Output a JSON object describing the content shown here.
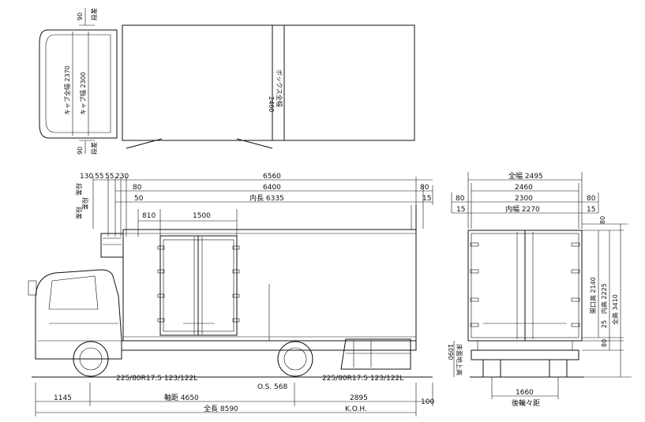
{
  "top_view": {
    "label_gap_top": "90",
    "label_gap_top_jp": "段差",
    "label_gap_bottom": "90",
    "label_gap_bottom_jp": "段差",
    "cab_full_width": "キャブ全幅 2370",
    "cab_width": "キャブ幅 2300",
    "box_full_width_value": "2460",
    "box_full_width_label": "ボックス全幅"
  },
  "side_view": {
    "top_row": [
      "130",
      "55",
      "55",
      "230"
    ],
    "overall_box": "6560",
    "row2_left": "80",
    "row2_main": "6400",
    "row2_right": "80",
    "row3_left": "50",
    "row3_main": "内長 6335",
    "row3_right": "15",
    "door_offset": "810",
    "door_width": "1500",
    "side_labels_jp": [
      "段差",
      "段差",
      "段差"
    ],
    "tire_front": "225/80R17.5 123/122L",
    "tire_rear": "225/80R17.5 123/122L",
    "os_label": "O.S. 568",
    "front_overhang": "1145",
    "wheelbase": "軸距 4650",
    "rear_overhang": "2895",
    "rear_tail": "100",
    "koh_label": "K.O.H.",
    "overall_length": "全長 8590",
    "deck_height": "1090",
    "deck_height_label": "床面地上高"
  },
  "rear_view": {
    "full_width": "全幅 2495",
    "width2": "2460",
    "row3_left": "80",
    "row3_main": "2300",
    "row3_right": "80",
    "row4_left": "15",
    "row4_main": "内幅 2270",
    "row4_right": "15",
    "right_top": "80",
    "opening_height": "開口高 2140",
    "inner_height": "内高 2225",
    "full_height": "全高 3410",
    "right_bottom_25": "25",
    "right_bottom_80": "80",
    "rear_track": "1660",
    "rear_track_label": "後輪々距"
  }
}
